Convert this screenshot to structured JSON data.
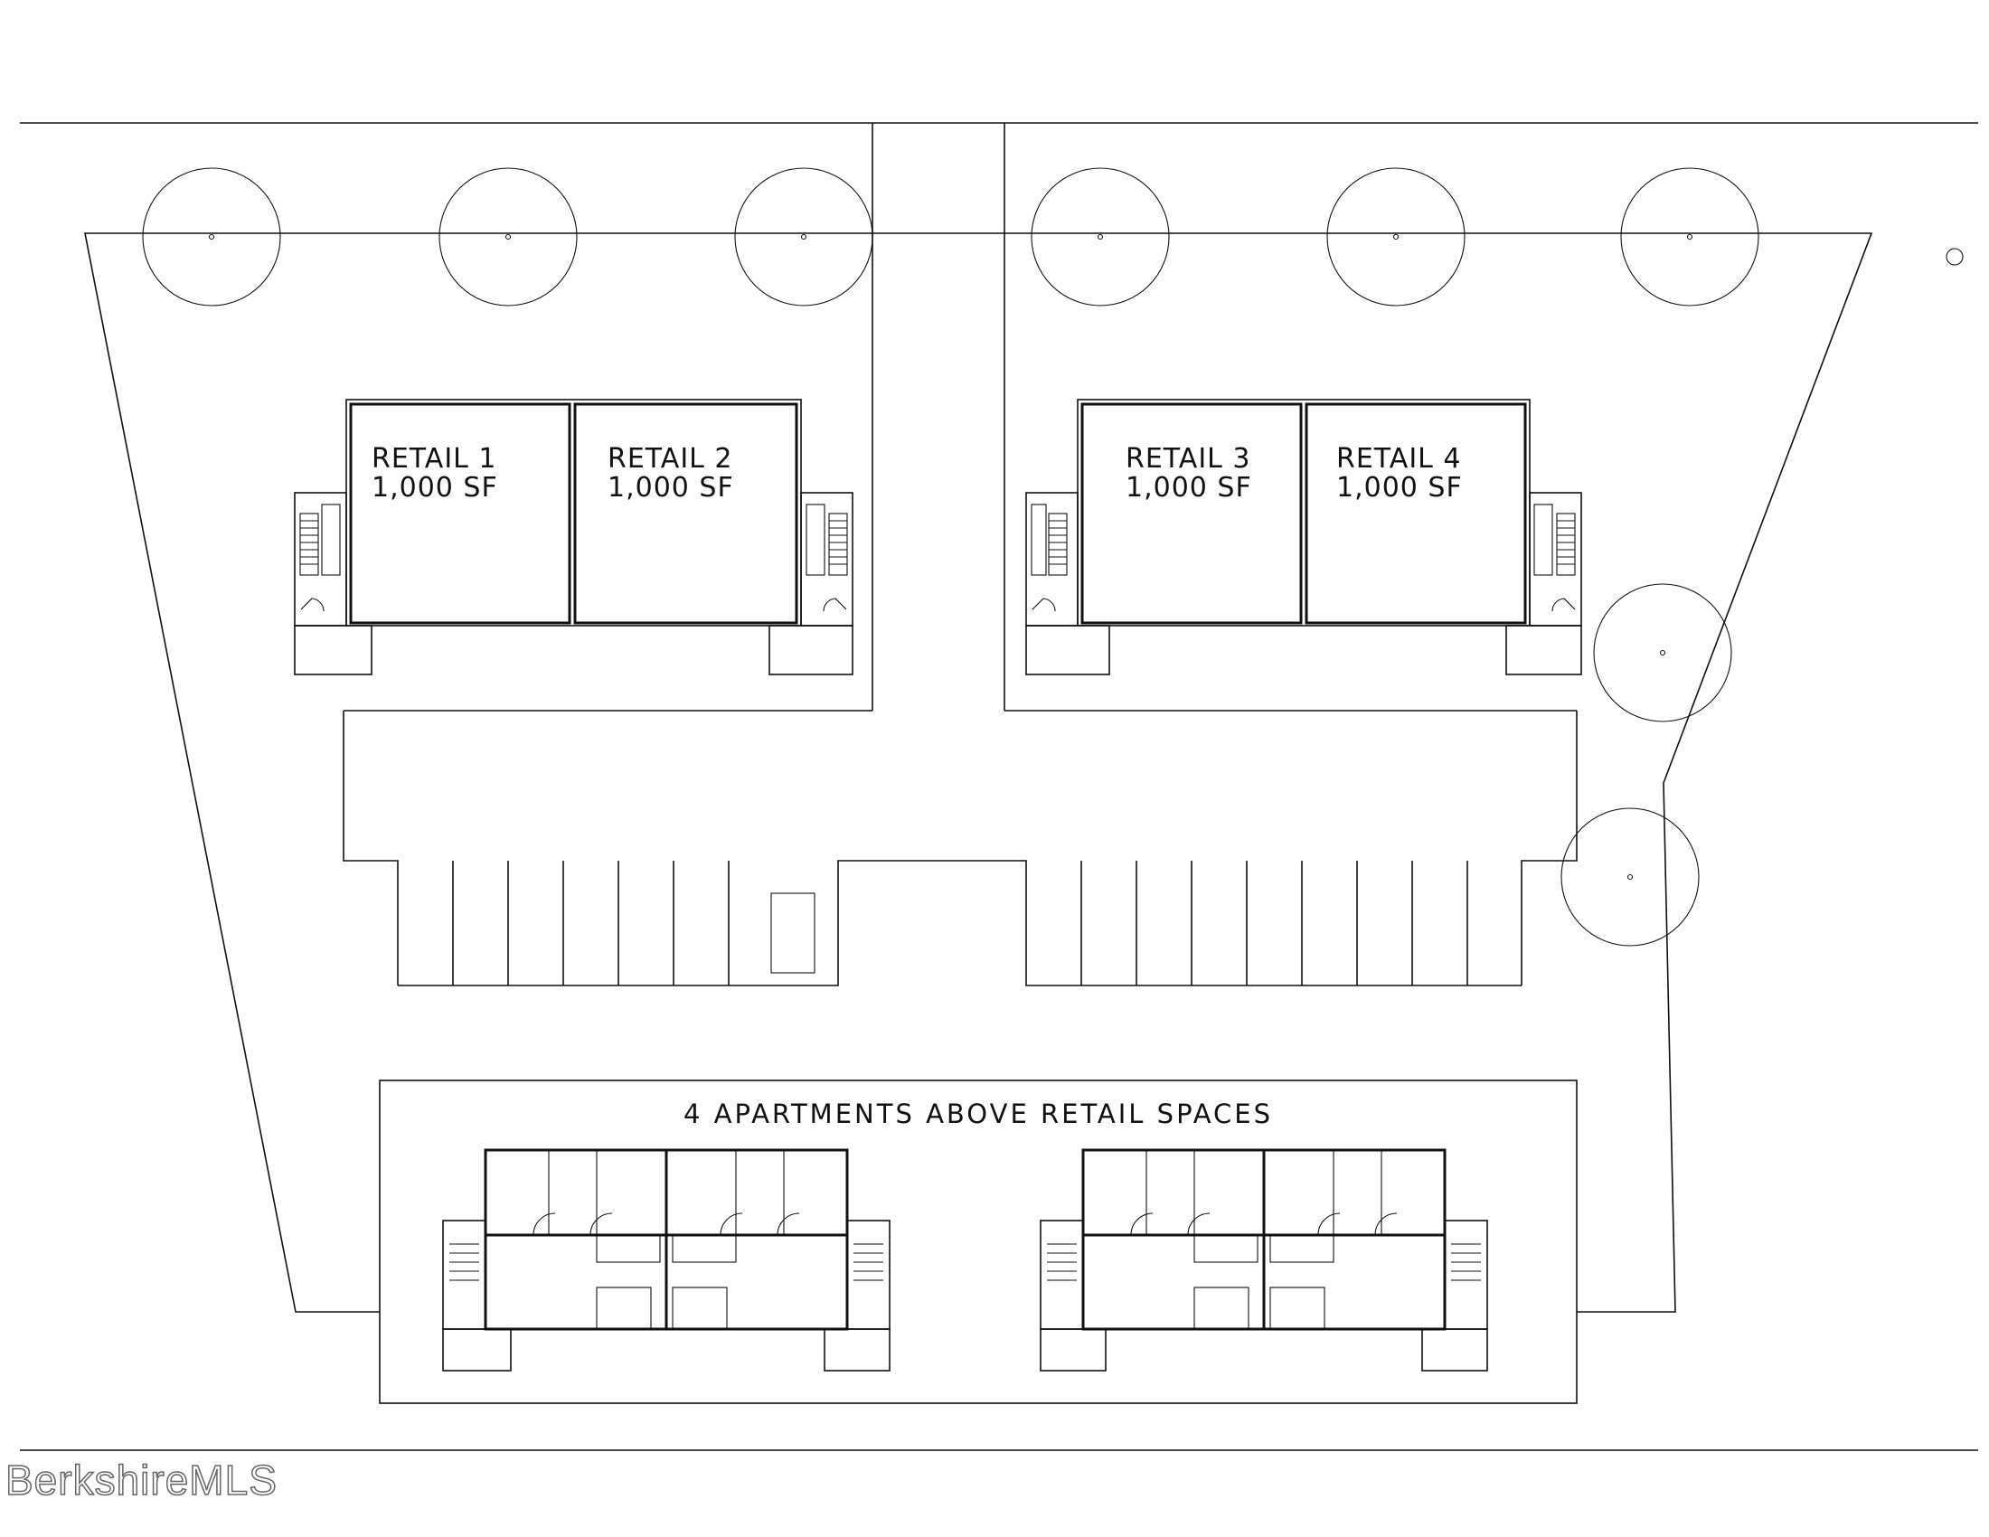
{
  "retail_spaces": [
    {
      "name": "RETAIL 1",
      "area": "1,000 SF"
    },
    {
      "name": "RETAIL 2",
      "area": "1,000 SF"
    },
    {
      "name": "RETAIL 3",
      "area": "1,000 SF"
    },
    {
      "name": "RETAIL 4",
      "area": "1,000 SF"
    }
  ],
  "apartments_caption": "4 APARTMENTS ABOVE RETAIL SPACES",
  "watermark": "BerkshireMLS",
  "colors": {
    "line": "#111111",
    "background": "#ffffff",
    "watermark_outline": "#666666"
  }
}
